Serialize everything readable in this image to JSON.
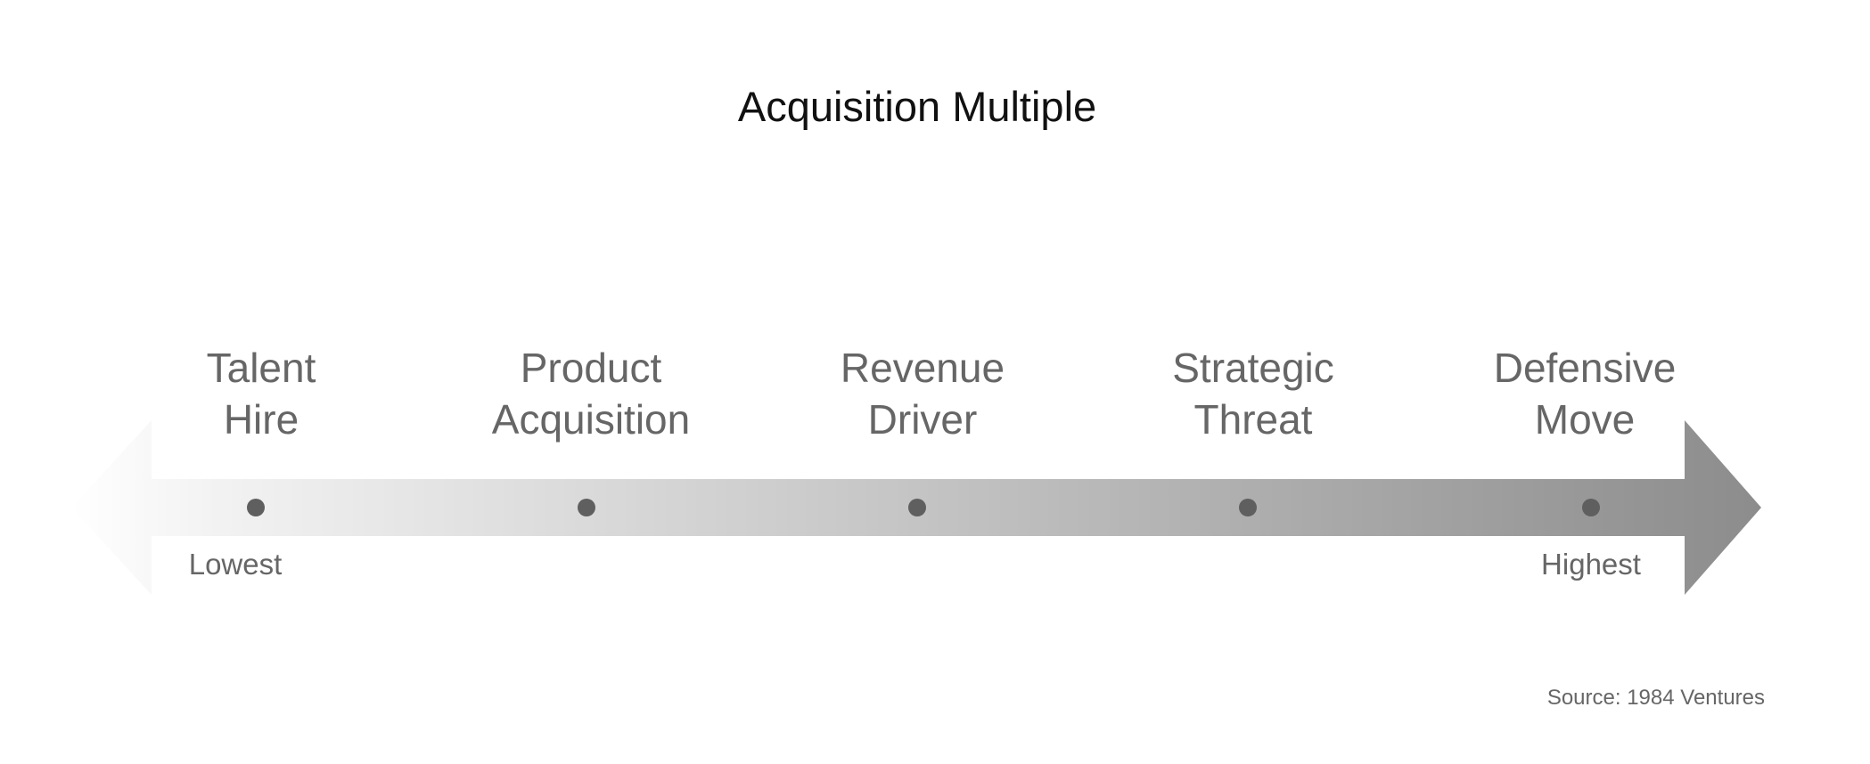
{
  "title": "Acquisition Multiple",
  "stages": [
    {
      "line1": "Talent",
      "line2": "Hire"
    },
    {
      "line1": "Product",
      "line2": "Acquisition"
    },
    {
      "line1": "Revenue",
      "line2": "Driver"
    },
    {
      "line1": "Strategic",
      "line2": "Threat"
    },
    {
      "line1": "Defensive",
      "line2": "Move"
    }
  ],
  "scale": {
    "low_label": "Lowest",
    "high_label": "Highest"
  },
  "source": "Source: 1984 Ventures",
  "colors": {
    "arrow_start": "#ffffff",
    "arrow_end": "#8c8c8c",
    "dot": "#5f5f5f",
    "label": "#666666",
    "title": "#111111"
  }
}
